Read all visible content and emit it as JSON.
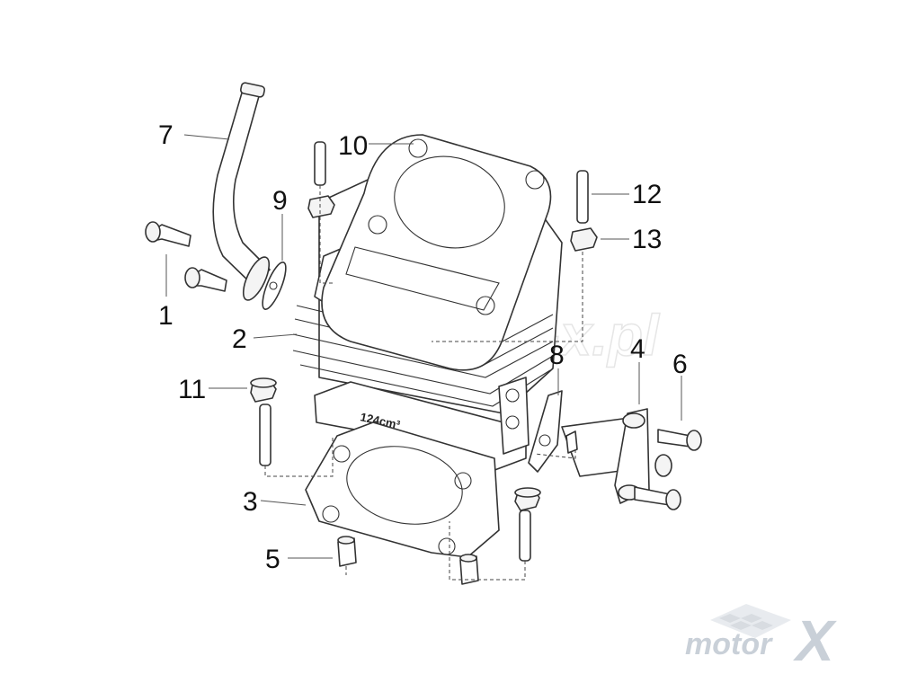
{
  "diagram": {
    "callouts": [
      "1",
      "2",
      "3",
      "4",
      "5",
      "6",
      "7",
      "8",
      "9",
      "10",
      "11",
      "12",
      "13"
    ],
    "cylinder_stamp": "124cm³",
    "watermark_text": "motor-x.pl",
    "logo": {
      "text": "motor",
      "mark": "X",
      "color": "#c9d0d8"
    }
  }
}
